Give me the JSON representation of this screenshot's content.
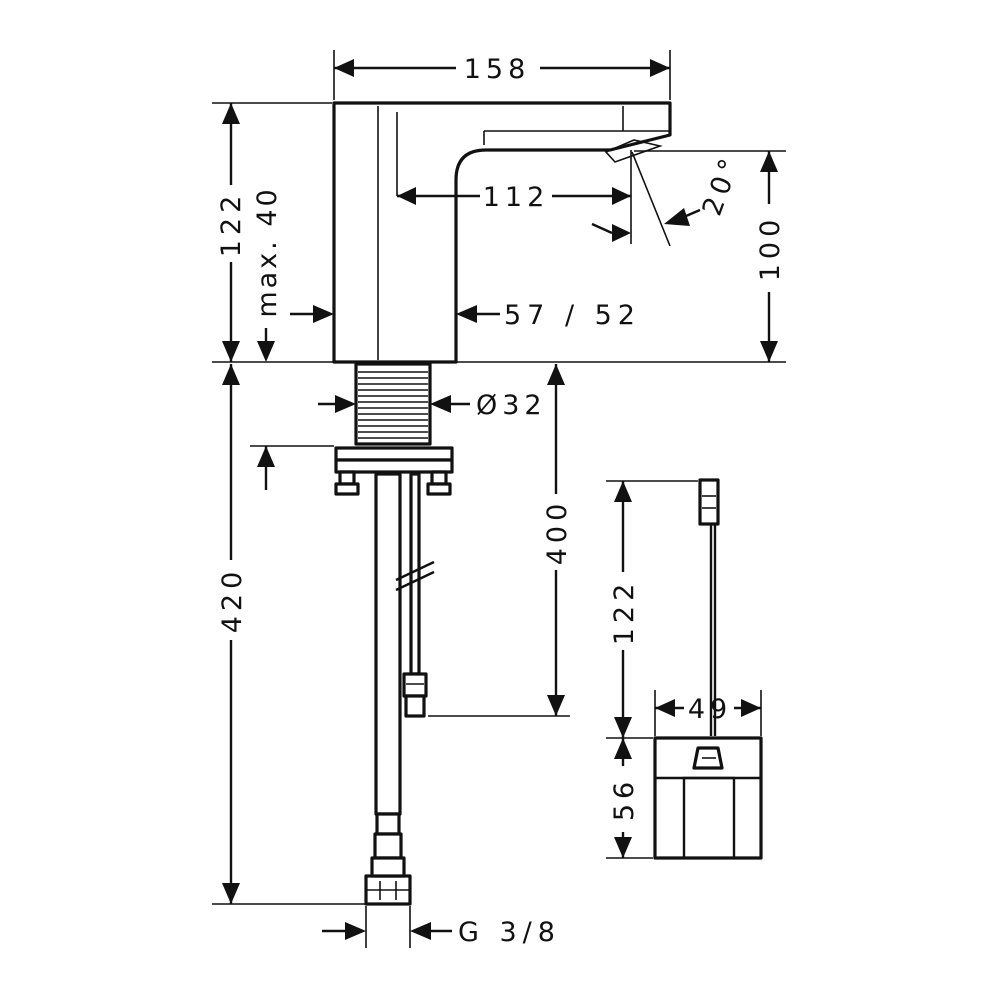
{
  "dimensions": {
    "total_width": "158",
    "spout_reach": "112",
    "spray_angle": "20°",
    "body_height": "122",
    "max_thickness": "max. 40",
    "outlet_height": "100",
    "body_depth": "57 / 52",
    "shank_diameter": "Ø32",
    "cable_length_to_plug": "400",
    "total_length": "420",
    "box_height": "122",
    "box_width": "49",
    "box_depth": "56",
    "connection_thread": "G 3/8"
  }
}
